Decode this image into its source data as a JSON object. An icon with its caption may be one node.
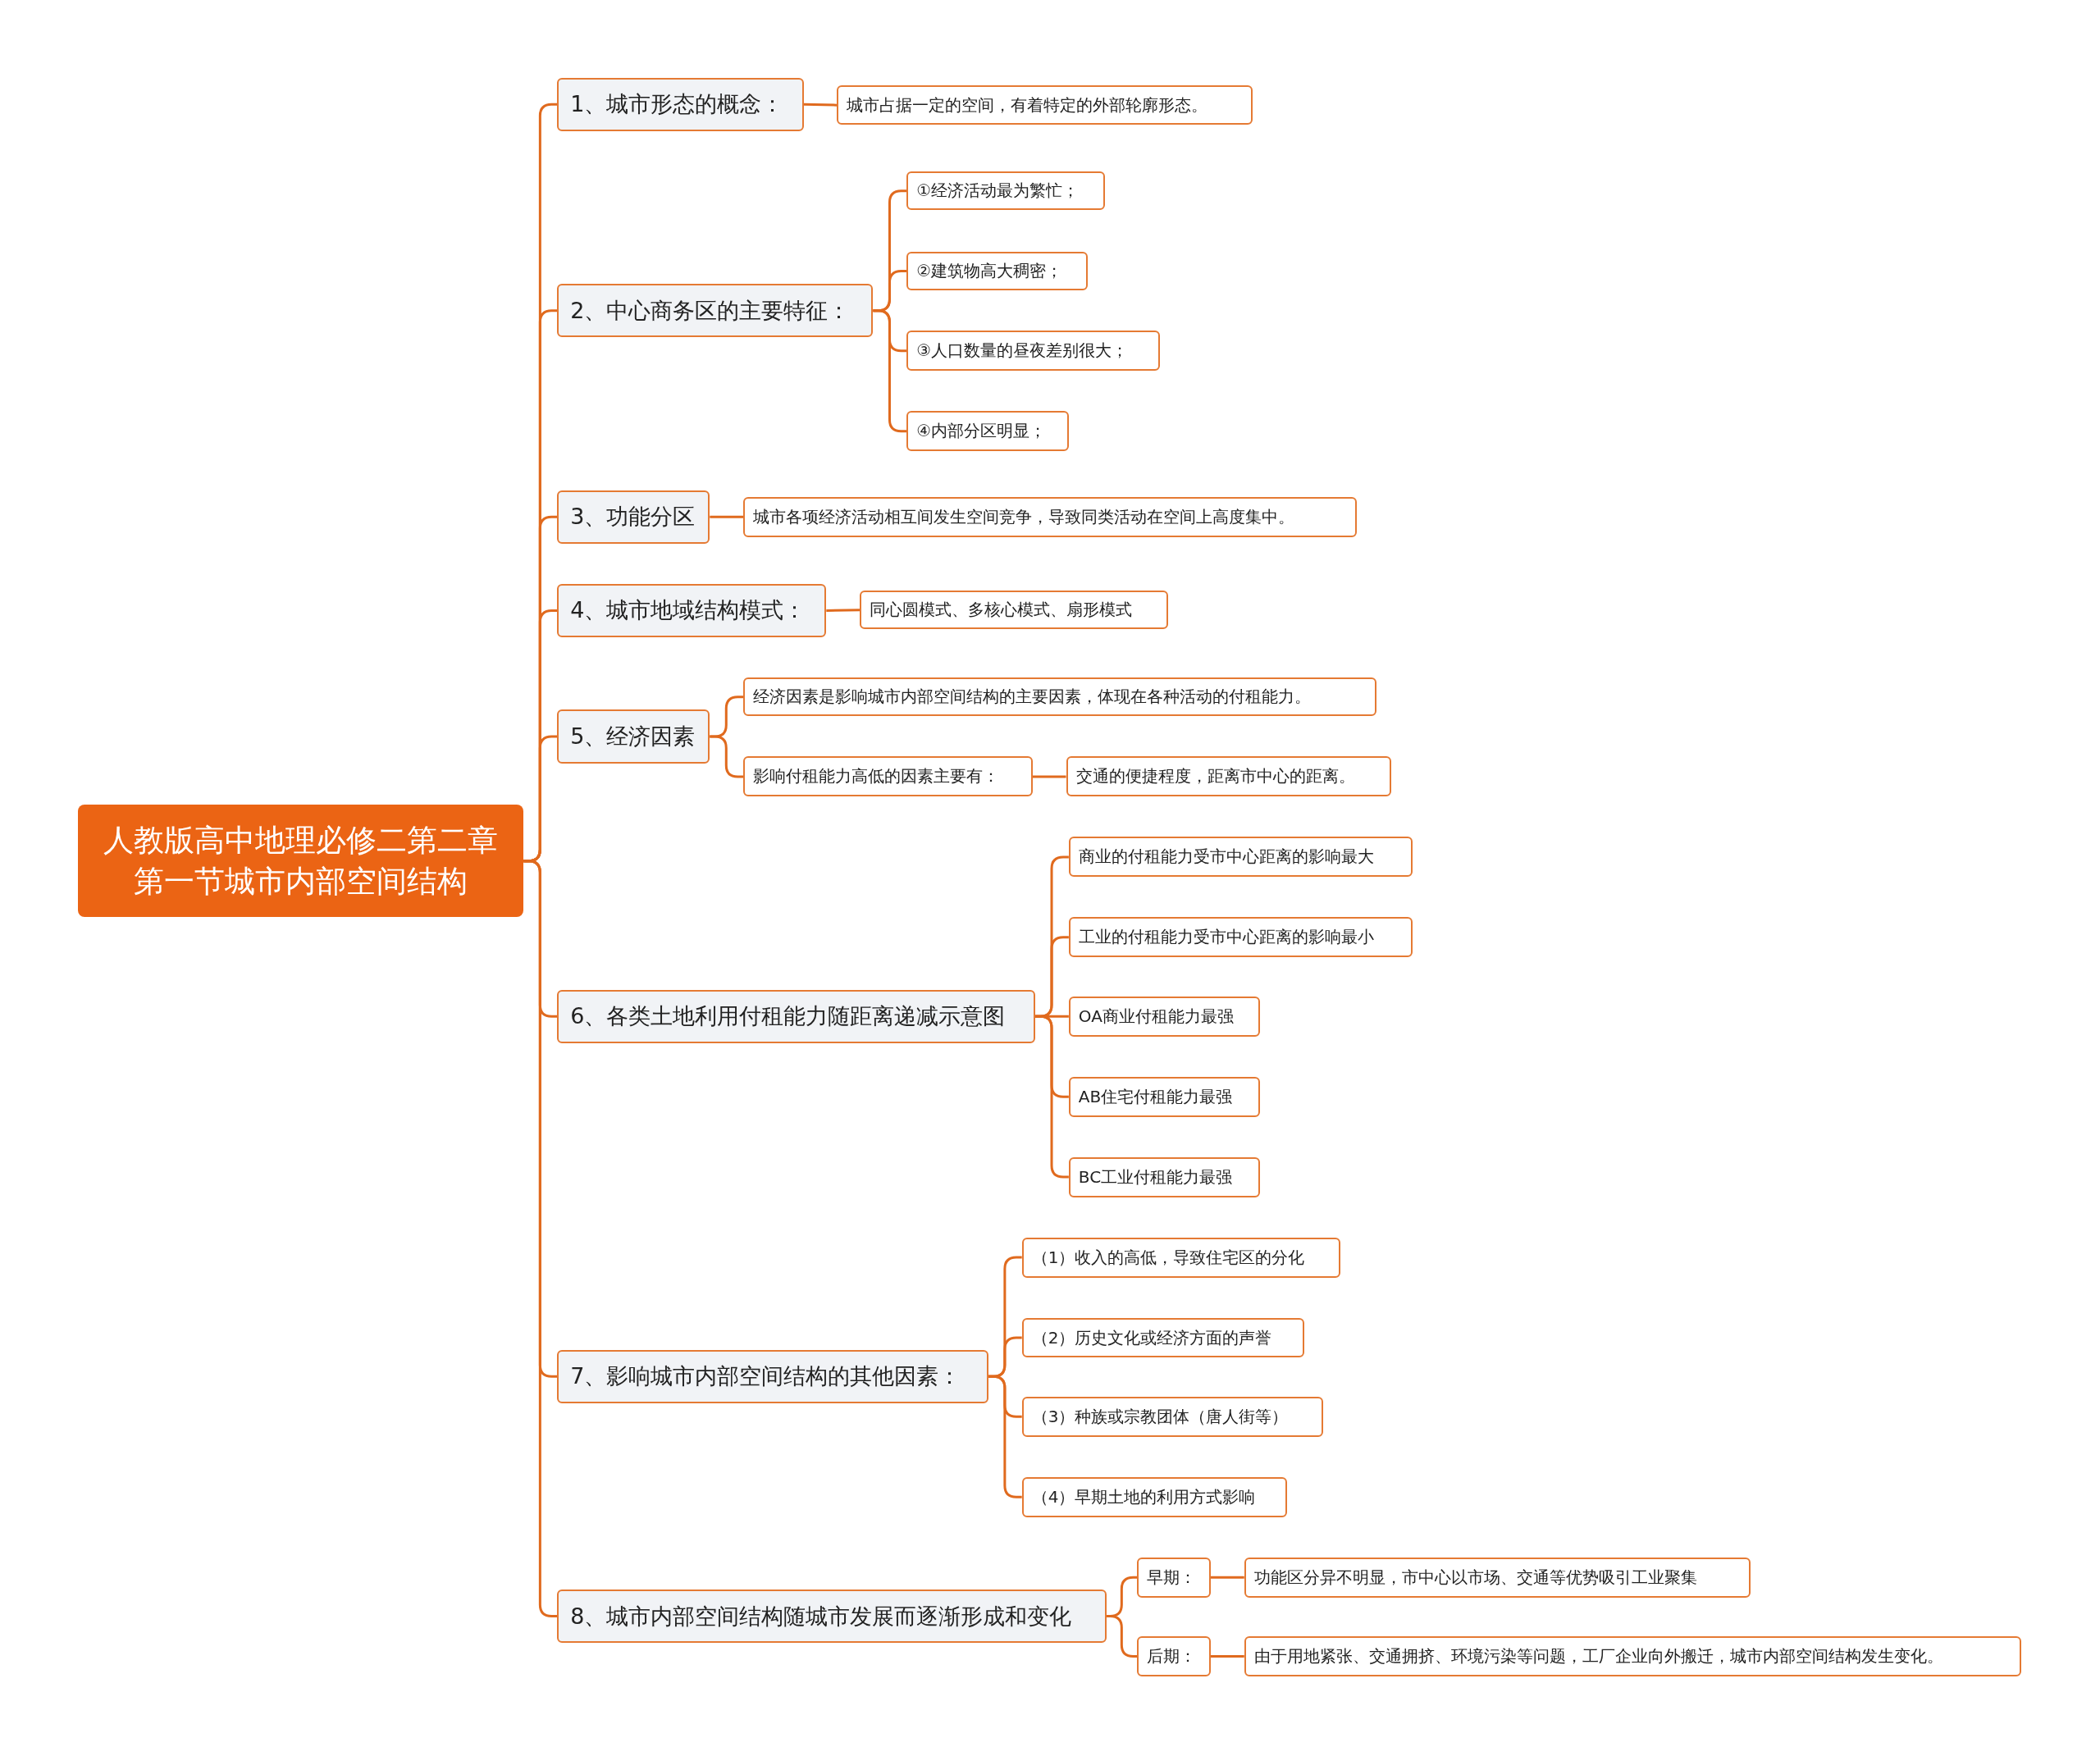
{
  "diagram": {
    "nodes": [
      {
        "text": [
          "人教版高中地理必修二第二章第一节城市内部空间结构"
        ]
      },
      {
        "text": [
          "1、城市形态的概念："
        ]
      },
      {
        "text": [
          "城市占据一定的空间，有着特定的外部轮廓形态。"
        ]
      },
      {
        "text": [
          "2、中心商务区的主要特征："
        ]
      },
      {
        "text": [
          "①经济活动最为繁忙；"
        ]
      },
      {
        "text": [
          "②建筑物高大稠密；"
        ]
      },
      {
        "text": [
          "③人口数量的昼夜差别很大；"
        ]
      },
      {
        "text": [
          "④内部分区明显；"
        ]
      },
      {
        "text": [
          "3、功能分区"
        ]
      },
      {
        "text": [
          "城市各项经济活动相互间发生空间竞争，导致同类活动在空间上高度集中。"
        ]
      },
      {
        "text": [
          "4、城市地域结构模式："
        ]
      },
      {
        "text": [
          "同心圆模式、多核心模式、扇形模式"
        ]
      },
      {
        "text": [
          "5、经济因素"
        ]
      },
      {
        "text": [
          "经济因素是影响城市内部空间结构的主要因素，体现在各种活动的付租能力。"
        ]
      },
      {
        "text": [
          "影响付租能力高低的因素主要有："
        ]
      },
      {
        "text": [
          "交通的便捷程度，距离市中心的距离。"
        ]
      },
      {
        "text": [
          "6、各类土地利用付租能力随距离递减示意图"
        ]
      },
      {
        "text": [
          "商业的付租能力受市中心距离的影响最大"
        ]
      },
      {
        "text": [
          "工业的付租能力受市中心距离的影响最小"
        ]
      },
      {
        "text": [
          "OA商业付租能力最强"
        ]
      },
      {
        "text": [
          "AB住宅付租能力最强"
        ]
      },
      {
        "text": [
          "BC工业付租能力最强"
        ]
      },
      {
        "text": [
          "7、影响城市内部空间结构的其他因素："
        ]
      },
      {
        "text": [
          "（1）收入的高低，导致住宅区的分化"
        ]
      },
      {
        "text": [
          "（2）历史文化或经济方面的声誉"
        ]
      },
      {
        "text": [
          "（3）种族或宗教团体（唐人街等）"
        ]
      },
      {
        "text": [
          "（4）早期土地的利用方式影响"
        ]
      },
      {
        "text": [
          "8、城市内部空间结构随城市发展而逐渐形成和变化"
        ]
      },
      {
        "text": [
          "早期："
        ]
      },
      {
        "text": [
          "功能区分异不明显，市中心以市场、交通等优势吸引工业聚集"
        ]
      },
      {
        "text": [
          "后期："
        ]
      },
      {
        "text": [
          "由于用地紧张、交通拥挤、环境污染等问题，工厂企业向外搬迁，城市内部空间结构发生变化。"
        ]
      }
    ],
    "edges": [
      {
        "from": 0,
        "to": 1,
        "arrow": "none"
      },
      {
        "from": 1,
        "to": 2,
        "arrow": "none"
      },
      {
        "from": 0,
        "to": 3,
        "arrow": "none"
      },
      {
        "from": 3,
        "to": 4,
        "arrow": "none"
      },
      {
        "from": 3,
        "to": 5,
        "arrow": "none"
      },
      {
        "from": 3,
        "to": 6,
        "arrow": "none"
      },
      {
        "from": 3,
        "to": 7,
        "arrow": "none"
      },
      {
        "from": 0,
        "to": 8,
        "arrow": "none"
      },
      {
        "from": 8,
        "to": 9,
        "arrow": "none"
      },
      {
        "from": 0,
        "to": 10,
        "arrow": "none"
      },
      {
        "from": 10,
        "to": 11,
        "arrow": "none"
      },
      {
        "from": 0,
        "to": 12,
        "arrow": "none"
      },
      {
        "from": 12,
        "to": 13,
        "arrow": "none"
      },
      {
        "from": 12,
        "to": 14,
        "arrow": "none"
      },
      {
        "from": 14,
        "to": 15,
        "arrow": "none"
      },
      {
        "from": 0,
        "to": 16,
        "arrow": "none"
      },
      {
        "from": 16,
        "to": 17,
        "arrow": "none"
      },
      {
        "from": 16,
        "to": 18,
        "arrow": "none"
      },
      {
        "from": 16,
        "to": 19,
        "arrow": "none"
      },
      {
        "from": 16,
        "to": 20,
        "arrow": "none"
      },
      {
        "from": 16,
        "to": 21,
        "arrow": "none"
      },
      {
        "from": 0,
        "to": 22,
        "arrow": "none"
      },
      {
        "from": 22,
        "to": 23,
        "arrow": "none"
      },
      {
        "from": 22,
        "to": 24,
        "arrow": "none"
      },
      {
        "from": 22,
        "to": 25,
        "arrow": "none"
      },
      {
        "from": 22,
        "to": 26,
        "arrow": "none"
      },
      {
        "from": 0,
        "to": 27,
        "arrow": "none"
      },
      {
        "from": 27,
        "to": 28,
        "arrow": "none"
      },
      {
        "from": 28,
        "to": 29,
        "arrow": "none"
      },
      {
        "from": 27,
        "to": 30,
        "arrow": "none"
      },
      {
        "from": 30,
        "to": 31,
        "arrow": "none"
      }
    ]
  }
}
